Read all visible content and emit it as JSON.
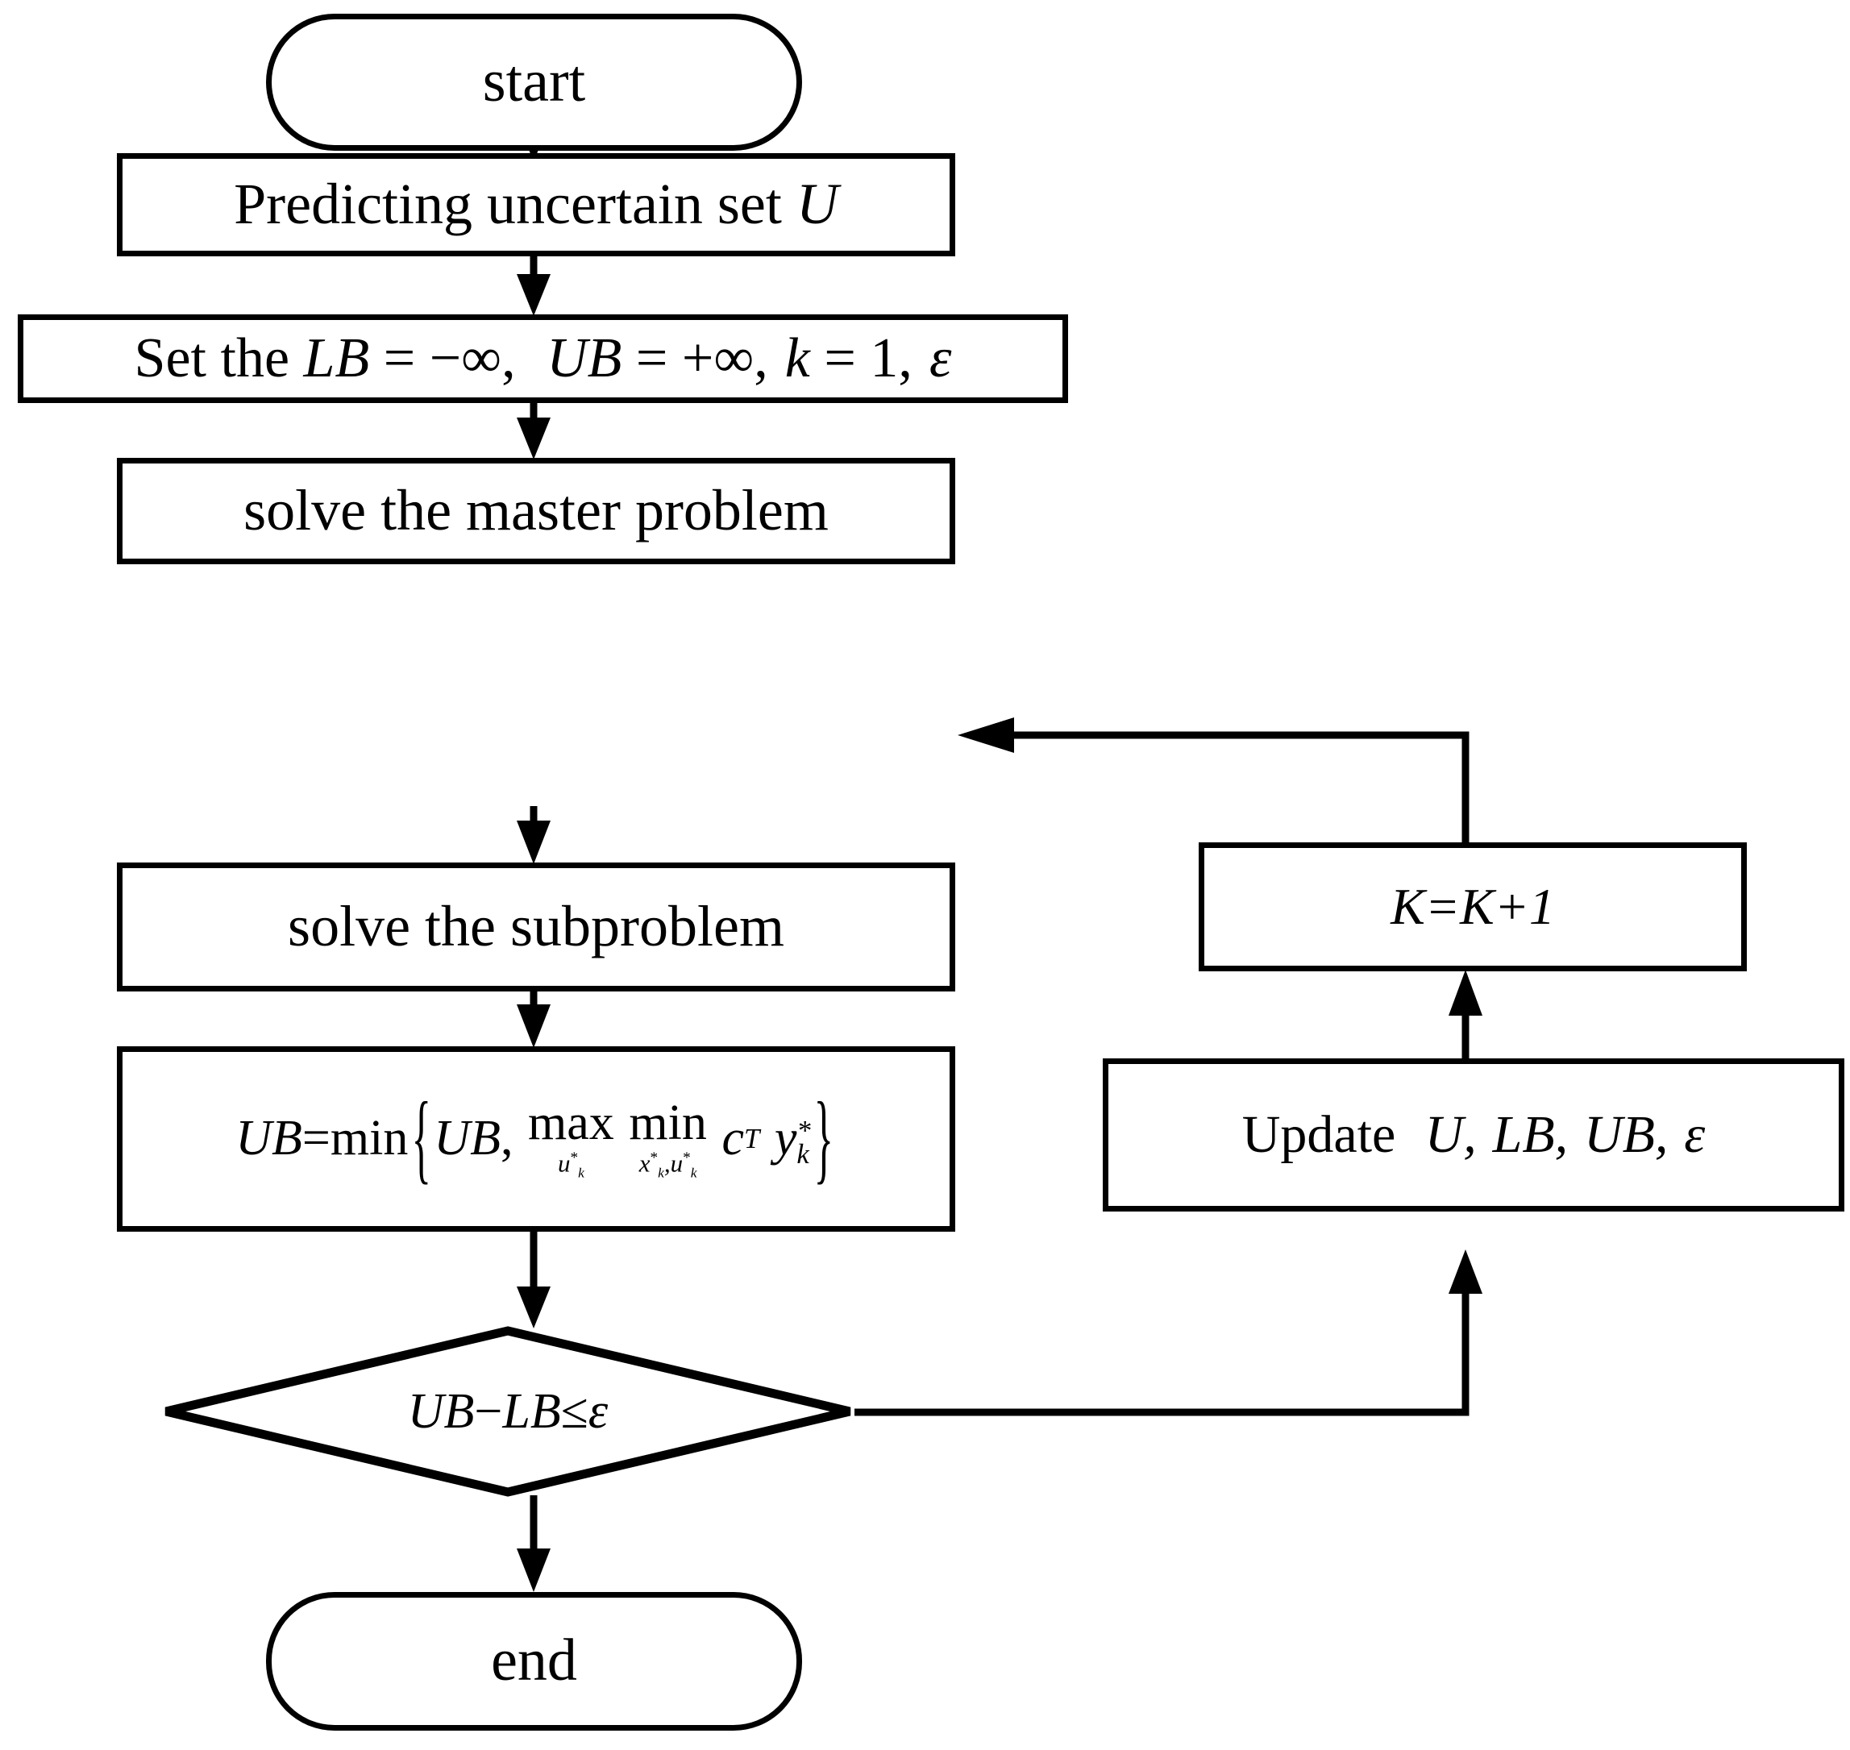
{
  "diagram": {
    "title": "Column-and-constraint generation algorithm flowchart",
    "stroke_color": "#000000",
    "fill_color": "#ffffff",
    "nodes": {
      "start": {
        "label": "start",
        "shape": "terminator"
      },
      "predict": {
        "label_prefix": "Predicting uncertain set ",
        "label_var": "U",
        "shape": "process"
      },
      "init": {
        "prefix": "Set the ",
        "lb": "LB",
        "eq1": " = ",
        "neg_inf": "−∞,",
        "ub": "UB",
        "eq2": " = ",
        "pos_inf": "+∞,",
        "k": "k",
        "eq3": " = 1,",
        "eps": "ε",
        "shape": "process"
      },
      "master": {
        "label": "solve the master problem",
        "shape": "process"
      },
      "subproblem": {
        "label": "solve the subproblem",
        "shape": "process"
      },
      "ub_update": {
        "lhs": "UB",
        "eq": " = ",
        "min_outer": "min",
        "brace_open": "{",
        "arg1": "UB",
        "comma": ",",
        "max_op": "max",
        "max_sub": "u",
        "max_sub_idx": "k",
        "min_op": "min",
        "min_sub": "x",
        "min_sub_idx": "k",
        "min_sub2": "u",
        "min_sub2_idx": "k",
        "c": "c",
        "c_sup": "T",
        "y": "y",
        "y_sup": "*",
        "y_sub": "k",
        "brace_close": "}",
        "star": "*",
        "plain": "UB = min{UB, max_{u*_k} min_{x*_k,u*_k} c^T y*_k}",
        "shape": "process"
      },
      "decision": {
        "ub": "UB",
        "minus": " − ",
        "lb": "LB",
        "leq": " ≤ ",
        "eps": "ε",
        "plain": "UB − LB ≤ ε",
        "shape": "decision"
      },
      "end": {
        "label": "end",
        "shape": "terminator"
      },
      "increment": {
        "label": "K=K+1",
        "shape": "process"
      },
      "update": {
        "prefix": "Update",
        "u": "U,",
        "lb": "LB,",
        "ub": "UB,",
        "eps": "ε",
        "plain": "Update  U, LB, UB, ε",
        "shape": "process"
      }
    },
    "edges": [
      {
        "name": "start-to-predict",
        "from": "start",
        "to": "predict",
        "arrow": true
      },
      {
        "name": "predict-to-init",
        "from": "predict",
        "to": "init",
        "arrow": true
      },
      {
        "name": "init-to-master",
        "from": "init",
        "to": "master",
        "arrow": true
      },
      {
        "name": "master-to-subproblem",
        "from": "master",
        "to": "subproblem",
        "arrow": true
      },
      {
        "name": "subproblem-to-ubupdate",
        "from": "subproblem",
        "to": "ub_update",
        "arrow": true
      },
      {
        "name": "ubupdate-to-decision",
        "from": "ub_update",
        "to": "decision",
        "arrow": true
      },
      {
        "name": "decision-to-end",
        "from": "decision",
        "to": "end",
        "arrow": true
      },
      {
        "name": "decision-to-update",
        "from": "decision",
        "to": "update",
        "arrow": true
      },
      {
        "name": "update-to-increment",
        "from": "update",
        "to": "increment",
        "arrow": true
      },
      {
        "name": "increment-to-master",
        "from": "increment",
        "to": "master",
        "arrow": true
      }
    ]
  }
}
